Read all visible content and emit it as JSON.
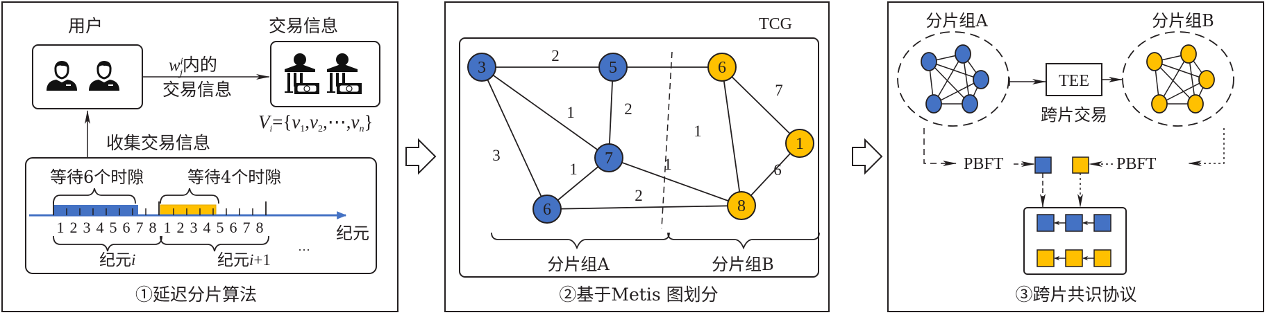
{
  "colors": {
    "blue": "#4472c4",
    "yellow": "#ffc000",
    "ink": "#231f20",
    "timeline": "#4472c4"
  },
  "panel1": {
    "caption": "①延迟分片算法",
    "users_title": "用户",
    "tx_title": "交易信息",
    "arrow_label_line1_var": "w",
    "arrow_label_line1_sub": "j",
    "arrow_label_line1_sup": "i",
    "arrow_label_line1_rest": "内的",
    "arrow_label_line2": "交易信息",
    "set_formula": "V_i={v_1,v_2,⋯,v_n}",
    "set_V": "V",
    "set_i": "i",
    "set_eq": "={",
    "set_v": "v",
    "set_sub1": "1",
    "set_sub2": "2",
    "set_sub_n": "n",
    "set_dots": "⋯",
    "set_close": "}",
    "collect_label": "收集交易信息",
    "wait1_label": "等待6个时隙",
    "wait2_label": "等待4个时隙",
    "wait1_slots": 6,
    "wait2_slots": 4,
    "slots_per_epoch": 8,
    "slot_labels_epoch1": [
      "1",
      "2",
      "3",
      "4",
      "5",
      "6",
      "7",
      "8"
    ],
    "slot_labels_epoch2": [
      "1",
      "2",
      "3",
      "4",
      "5",
      "6",
      "7",
      "8"
    ],
    "epoch1_label_prefix": "纪元",
    "epoch1_label_var": "i",
    "epoch2_label_prefix": "纪元",
    "epoch2_label_var": "i",
    "epoch2_label_suffix": "+1",
    "ellipsis": "···",
    "axis_label": "纪元",
    "icons": [
      "user-icon",
      "user-icon",
      "bank-coin-icon",
      "bank-bitcoin-icon"
    ]
  },
  "panel2": {
    "caption": "②基于Metis 图划分",
    "graph_label": "TCG",
    "group_a_label": "分片组A",
    "group_b_label": "分片组B",
    "nodes": [
      {
        "id": "a3",
        "label": "3",
        "group": "A"
      },
      {
        "id": "a5",
        "label": "5",
        "group": "A"
      },
      {
        "id": "a7",
        "label": "7",
        "group": "A"
      },
      {
        "id": "a6",
        "label": "6",
        "group": "A"
      },
      {
        "id": "b6",
        "label": "6",
        "group": "B"
      },
      {
        "id": "b1",
        "label": "1",
        "group": "B"
      },
      {
        "id": "b8",
        "label": "8",
        "group": "B"
      }
    ],
    "edges": [
      {
        "from": "a3",
        "to": "a5",
        "weight": "2"
      },
      {
        "from": "a3",
        "to": "a7",
        "weight": "1"
      },
      {
        "from": "a3",
        "to": "a6",
        "weight": "3"
      },
      {
        "from": "a5",
        "to": "a7",
        "weight": "2"
      },
      {
        "from": "a7",
        "to": "a6",
        "weight": "1"
      },
      {
        "from": "a7",
        "to": "b8",
        "weight": "1"
      },
      {
        "from": "a6",
        "to": "b8",
        "weight": "2"
      },
      {
        "from": "a5",
        "to": "b6",
        "weight": ""
      },
      {
        "from": "b6",
        "to": "b1",
        "weight": "7"
      },
      {
        "from": "b6",
        "to": "b8",
        "weight": "1"
      },
      {
        "from": "b1",
        "to": "b8",
        "weight": "6"
      }
    ]
  },
  "panel3": {
    "caption": "③跨片共识协议",
    "group_a_label": "分片组A",
    "group_b_label": "分片组B",
    "tee_label": "TEE",
    "cross_tx_label": "跨片交易",
    "pbft_left": "PBFT",
    "pbft_right": "PBFT",
    "chain_rows": [
      {
        "color": "blue",
        "blocks": 3
      },
      {
        "color": "yellow",
        "blocks": 3
      }
    ]
  }
}
